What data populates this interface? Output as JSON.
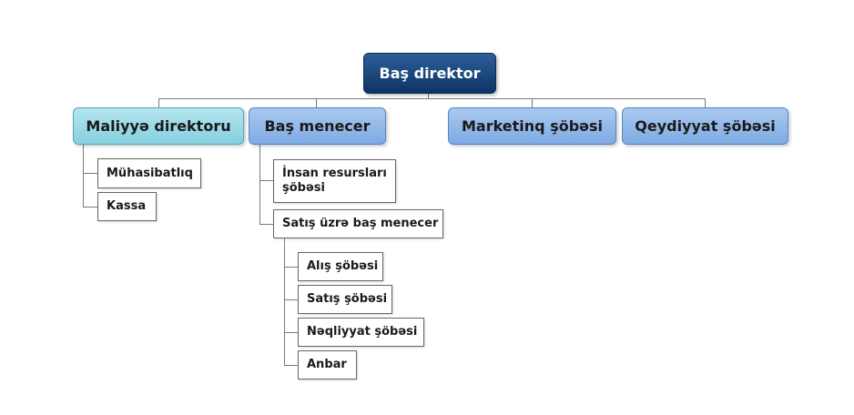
{
  "diagram": {
    "root": "Baş direktor",
    "departments": [
      {
        "label": "Maliyyə direktoru",
        "children": [
          "Mühasibatlıq",
          "Kassa"
        ]
      },
      {
        "label": "Baş menecer",
        "children": [
          "İnsan resursları şöbəsi",
          "Satış üzrə baş menecer"
        ],
        "sub_children": [
          "Alış şöbəsi",
          "Satış şöbəsi",
          "Nəqliyyat şöbəsi",
          "Anbar"
        ]
      },
      {
        "label": "Marketinq şöbəsi"
      },
      {
        "label": "Qeydiyyat şöbəsi"
      }
    ]
  }
}
